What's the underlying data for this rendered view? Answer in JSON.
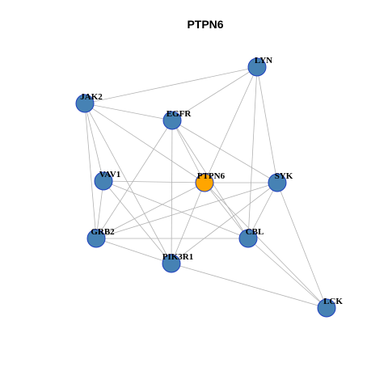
{
  "title": "PTPN6",
  "colors": {
    "node_default": "#4682b4",
    "node_focus": "#ffa500",
    "node_border": "#1f3fbf",
    "edge": "#b3b3b3"
  },
  "nodes": [
    {
      "id": "PTPN6",
      "label": "PTPN6",
      "focus": true
    },
    {
      "id": "LYN",
      "label": "LYN",
      "focus": false
    },
    {
      "id": "JAK2",
      "label": "JAK2",
      "focus": false
    },
    {
      "id": "EGFR",
      "label": "EGFR",
      "focus": false
    },
    {
      "id": "VAV1",
      "label": "VAV1",
      "focus": false
    },
    {
      "id": "SYK",
      "label": "SYK",
      "focus": false
    },
    {
      "id": "GRB2",
      "label": "GRB2",
      "focus": false
    },
    {
      "id": "CBL",
      "label": "CBL",
      "focus": false
    },
    {
      "id": "PIK3R1",
      "label": "PIK3R1",
      "focus": false
    },
    {
      "id": "LCK",
      "label": "LCK",
      "focus": false
    }
  ],
  "edges": [
    [
      "LYN",
      "JAK2"
    ],
    [
      "LYN",
      "EGFR"
    ],
    [
      "LYN",
      "PTPN6"
    ],
    [
      "LYN",
      "SYK"
    ],
    [
      "LYN",
      "CBL"
    ],
    [
      "JAK2",
      "EGFR"
    ],
    [
      "JAK2",
      "VAV1"
    ],
    [
      "JAK2",
      "PTPN6"
    ],
    [
      "JAK2",
      "GRB2"
    ],
    [
      "JAK2",
      "PIK3R1"
    ],
    [
      "EGFR",
      "PTPN6"
    ],
    [
      "EGFR",
      "SYK"
    ],
    [
      "EGFR",
      "GRB2"
    ],
    [
      "EGFR",
      "CBL"
    ],
    [
      "EGFR",
      "PIK3R1"
    ],
    [
      "VAV1",
      "PTPN6"
    ],
    [
      "VAV1",
      "GRB2"
    ],
    [
      "VAV1",
      "CBL"
    ],
    [
      "VAV1",
      "PIK3R1"
    ],
    [
      "PTPN6",
      "SYK"
    ],
    [
      "PTPN6",
      "GRB2"
    ],
    [
      "PTPN6",
      "CBL"
    ],
    [
      "PTPN6",
      "PIK3R1"
    ],
    [
      "PTPN6",
      "LCK"
    ],
    [
      "SYK",
      "GRB2"
    ],
    [
      "SYK",
      "CBL"
    ],
    [
      "SYK",
      "PIK3R1"
    ],
    [
      "SYK",
      "LCK"
    ],
    [
      "GRB2",
      "CBL"
    ],
    [
      "GRB2",
      "PIK3R1"
    ],
    [
      "CBL",
      "LCK"
    ],
    [
      "PIK3R1",
      "LCK"
    ]
  ]
}
